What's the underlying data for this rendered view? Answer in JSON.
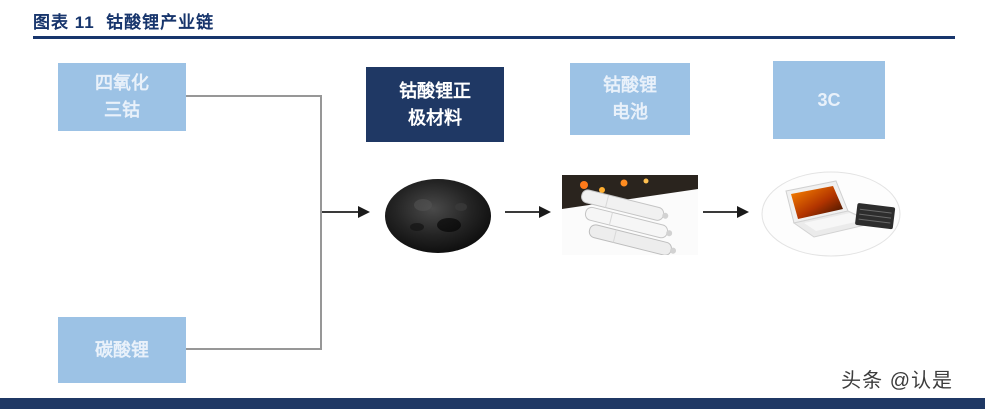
{
  "figure": {
    "title": "图表 11  钴酸锂产业链",
    "watermark": "头条 @认是"
  },
  "colors": {
    "title_text": "#17356c",
    "title_underline": "#17356c",
    "light_box_bg": "#9cc2e5",
    "light_box_text": "#e9f1fa",
    "dark_box_bg": "#1f3864",
    "dark_box_text": "#ffffff",
    "connector_line": "#979797",
    "arrow": "#1a1a1a",
    "bottom_bar": "#1f3864"
  },
  "nodes": {
    "co3o4": {
      "line1": "四氧化",
      "line2": "三钴"
    },
    "li2co3": {
      "line1": "碳酸锂"
    },
    "cathode": {
      "line1": "钴酸锂正",
      "line2": "极材料"
    },
    "battery": {
      "line1": "钴酸锂",
      "line2": "电池"
    },
    "c3": {
      "line1": "3C"
    }
  },
  "images": {
    "powder": "lco-cathode-powder-photo",
    "battery": "lco-battery-cells-photo",
    "devices": "3c-consumer-devices-photo"
  }
}
